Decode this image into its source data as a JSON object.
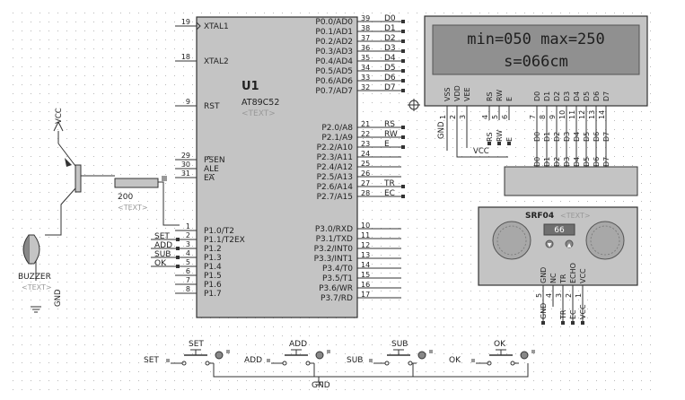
{
  "mcu": {
    "ref": "U1",
    "part": "AT89C52",
    "text": "<TEXT>",
    "left_pins": [
      {
        "num": "19",
        "name": "XTAL1"
      },
      {
        "num": "18",
        "name": "XTAL2"
      },
      {
        "num": "9",
        "name": "RST"
      },
      {
        "num": "29",
        "name": "PSEN"
      },
      {
        "num": "30",
        "name": "ALE"
      },
      {
        "num": "31",
        "name": "EA"
      },
      {
        "num": "1",
        "name": "P1.0/T2"
      },
      {
        "num": "2",
        "name": "P1.1/T2EX"
      },
      {
        "num": "3",
        "name": "P1.2"
      },
      {
        "num": "4",
        "name": "P1.3"
      },
      {
        "num": "5",
        "name": "P1.4"
      },
      {
        "num": "6",
        "name": "P1.5"
      },
      {
        "num": "7",
        "name": "P1.6"
      },
      {
        "num": "8",
        "name": "P1.7"
      }
    ],
    "right_pins": [
      {
        "num": "39",
        "name": "P0.0/AD0",
        "net": "D0"
      },
      {
        "num": "38",
        "name": "P0.1/AD1",
        "net": "D1"
      },
      {
        "num": "37",
        "name": "P0.2/AD2",
        "net": "D2"
      },
      {
        "num": "36",
        "name": "P0.3/AD3",
        "net": "D3"
      },
      {
        "num": "35",
        "name": "P0.4/AD4",
        "net": "D4"
      },
      {
        "num": "34",
        "name": "P0.5/AD5",
        "net": "D5"
      },
      {
        "num": "33",
        "name": "P0.6/AD6",
        "net": "D6"
      },
      {
        "num": "32",
        "name": "P0.7/AD7",
        "net": "D7"
      },
      {
        "num": "21",
        "name": "P2.0/A8",
        "net": "RS"
      },
      {
        "num": "22",
        "name": "P2.1/A9",
        "net": "RW"
      },
      {
        "num": "23",
        "name": "P2.2/A10",
        "net": "E"
      },
      {
        "num": "24",
        "name": "P2.3/A11",
        "net": ""
      },
      {
        "num": "25",
        "name": "P2.4/A12",
        "net": ""
      },
      {
        "num": "26",
        "name": "P2.5/A13",
        "net": ""
      },
      {
        "num": "27",
        "name": "P2.6/A14",
        "net": "TR"
      },
      {
        "num": "28",
        "name": "P2.7/A15",
        "net": "EC"
      },
      {
        "num": "10",
        "name": "P3.0/RXD",
        "net": ""
      },
      {
        "num": "11",
        "name": "P3.1/TXD",
        "net": ""
      },
      {
        "num": "12",
        "name": "P3.2/INT0",
        "net": ""
      },
      {
        "num": "13",
        "name": "P3.3/INT1",
        "net": ""
      },
      {
        "num": "14",
        "name": "P3.4/T0",
        "net": ""
      },
      {
        "num": "15",
        "name": "P3.5/T1",
        "net": ""
      },
      {
        "num": "16",
        "name": "P3.6/WR",
        "net": ""
      },
      {
        "num": "17",
        "name": "P3.7/RD",
        "net": ""
      }
    ],
    "button_nets": [
      "SET",
      "ADD",
      "SUB",
      "OK"
    ]
  },
  "lcd": {
    "line1": "min=050 max=250",
    "line2": "s=066cm",
    "pin_names": [
      "VSS",
      "VDD",
      "VEE",
      "RS",
      "RW",
      "E",
      "D0",
      "D1",
      "D2",
      "D3",
      "D4",
      "D5",
      "D6",
      "D7"
    ],
    "pin_nums": [
      "1",
      "2",
      "3",
      "4",
      "5",
      "6",
      "7",
      "8",
      "9",
      "10",
      "11",
      "12",
      "13",
      "14"
    ],
    "ctrl_nets": [
      "RS",
      "RW",
      "E"
    ],
    "data_nets": [
      "D0",
      "D1",
      "D2",
      "D3",
      "D4",
      "D5",
      "D6",
      "D7"
    ],
    "gnd_label": "GND",
    "vcc_label": "VCC"
  },
  "sensor": {
    "name": "SRF04",
    "text": "<TEXT>",
    "reading": "66",
    "pins": [
      "GND",
      "NC",
      "TR",
      "ECHO",
      "VCC"
    ],
    "pin_nums": [
      "5",
      "4",
      "3",
      "2",
      "1"
    ],
    "nets": [
      "GND",
      "TR",
      "EC",
      "VCC"
    ]
  },
  "buzzer": {
    "label": "BUZZER",
    "text": "<TEXT>",
    "vcc_label": "VCC",
    "gnd_label": "GND",
    "resistor_value": "200",
    "resistor_text": "<TEXT>"
  },
  "buttons": {
    "items": [
      {
        "net": "SET",
        "label": "SET"
      },
      {
        "net": "ADD",
        "label": "ADD"
      },
      {
        "net": "SUB",
        "label": "SUB"
      },
      {
        "net": "OK",
        "label": "OK"
      }
    ],
    "gnd_label": "GND"
  }
}
